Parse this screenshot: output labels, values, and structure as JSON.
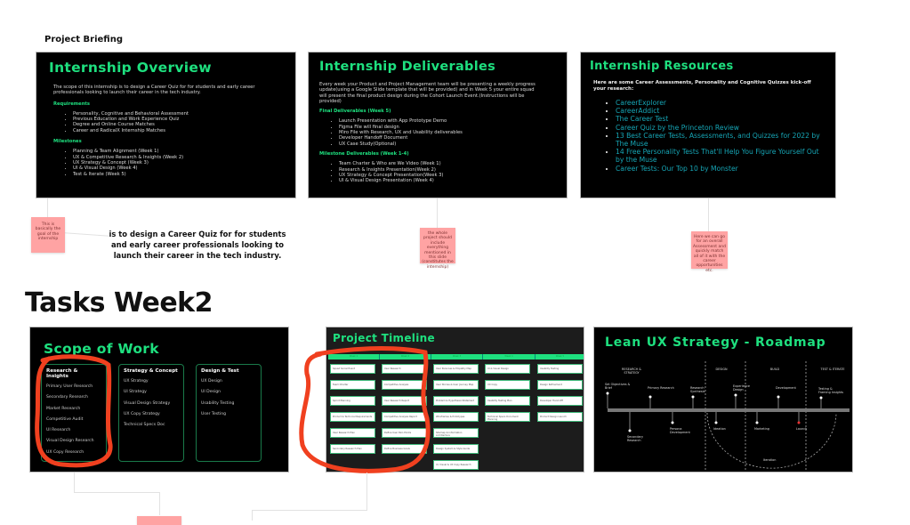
{
  "briefing": {
    "label": "Project Briefing"
  },
  "overview": {
    "title": "Internship Overview",
    "intro": "The scope of this internship is to design a Career Quiz for for students and early career professionals looking to launch their career in the tech industry.",
    "req_label": "Requirements",
    "requirements": [
      "Personality, Cognitive and Behavioral Assessment",
      "Previous Education and Work Experience Quiz",
      "Degree and Online Course Matches",
      "Career and RadicalX Internship Matches"
    ],
    "ms_label": "Milestones",
    "milestones": [
      "Planning & Team Alignment (Week 1)",
      "UX & Competitive Research & Insights (Week 2)",
      "UX Strategy & Concept (Week 3)",
      "UI & Visual Design (Week 4)",
      "Test & Iterate (Week 5)"
    ]
  },
  "deliverables": {
    "title": "Internship Deliverables",
    "intro": "Every week your Product and Project Management team will be presenting a weekly progress update(using a Google Slide template that will be provided) and in Week 5 your entire squad will present the final product design during the Cohort Launch Event.(Instructions will be provided)",
    "final_label": "Final Deliverables (Week 5)",
    "final": [
      "Launch Presentation with App Prototype Demo",
      "Figma File will final design",
      "Miro File with Research, UX and Usability deliverables",
      "Developer Handoff Document",
      "UX Case Study(Optional)"
    ],
    "ms_label": "Milestone Deliverables (Week 1-4)",
    "milestones": [
      "Team Charter & Who are We Video (Week 1)",
      "Research & Insights Presentation(Week 2)",
      "UX Strategy & Concept Presentation(Week 3)",
      "UI & Visual Design Presentation (Week 4)"
    ]
  },
  "resources": {
    "title": "Internship Resources",
    "intro": "Here are some Career Assessments, Personality and Cognitive Quizzes kick-off your research:",
    "links": [
      "CareerExplorer",
      "CareerAddict",
      "The Career Test",
      "Career Quiz by the Princeton Review",
      "13 Best Career Tests, Assessments, and Quizzes for 2022 by The Muse",
      "14 Free Personality Tests That'll Help You Figure Yourself Out by the Muse",
      "Career Tests: Our Top 10 by Monster"
    ]
  },
  "notes": {
    "note1": "This is basically the goal of the internship",
    "quote": "is to design a Career Quiz for for students and early career professionals looking to launch their career in the tech industry.",
    "note2": "the whole project should include everything mentioned in this slide (constitutes the internship)",
    "note3": "Here we can go for an overall Assessment and quickly match all of it with the career opportunities etc."
  },
  "tasks": {
    "heading": "Tasks Week2"
  },
  "scope": {
    "title": "Scope of Work",
    "columns": [
      {
        "title": "Research & Insights",
        "items": [
          "Primary User Research",
          "Secondary Research",
          "Market Research",
          "Competitive Audit",
          "UI Research",
          "Visual Design Research",
          "UX Copy Research"
        ]
      },
      {
        "title": "Strategy & Concept",
        "items": [
          "UX Strategy",
          "UI Strategy",
          "Visual Design Strategy",
          "UX Copy Strategy",
          "Technical Specs Doc"
        ]
      },
      {
        "title": "Design & Test",
        "items": [
          "UX Design",
          "UI Design",
          "Usability Testing",
          "User Testing"
        ]
      }
    ]
  },
  "timeline": {
    "title": "Project Timeline",
    "weeks": [
      {
        "label": "Week 1",
        "cards": [
          "Squad Social Event",
          "Team Charter",
          "Sprint Planning",
          "Product & Technical Requirements",
          "User Research Plan",
          "Secondary Research Plan"
        ]
      },
      {
        "label": "Week 2",
        "cards": [
          "User Research",
          "Competitive Analysis",
          "User Research Report",
          "Competitive Analysis Report",
          "Define User Pain Points",
          "Define Business Goals"
        ]
      },
      {
        "label": "Week 3",
        "cards": [
          "User Personas & Empathy Map",
          "User Stories & User Journey Map",
          "Problem & Hypothesis Statement",
          "Wireframes & Prototypes",
          "Sitemap & Information Architecture",
          "Design System & Style Guide",
          "UI, Visual & UX Copy Research"
        ]
      },
      {
        "label": "Week 4",
        "cards": [
          "UI & Visual Design",
          "UX Copy",
          "Usability Testing Plan",
          "Technical Specs Document Planning"
        ]
      },
      {
        "label": "Week 5",
        "cards": [
          "Usability Testing",
          "Design Refinement",
          "Developer Hand-Off",
          "Product Design Launch"
        ]
      }
    ]
  },
  "roadmap": {
    "title": "Lean UX Strategy - Roadmap",
    "phases": [
      "RESEARCH & STRATEGY",
      "DESIGN",
      "BUILD",
      "TEST & ITERATE"
    ],
    "above": [
      "Set Objectives & Brief",
      "Primary Research",
      "Research Synthesis",
      "Experience Design",
      "Development",
      "Testing & Framing Insights"
    ],
    "below": [
      "Secondary Research",
      "Persona Development",
      "Ideation",
      "Marketing",
      "Launch"
    ],
    "loop": "Iteration"
  },
  "colors": {
    "accent": "#1ee07f",
    "slide_bg": "#000000",
    "sticky": "#ffa3a3",
    "annotation": "#f0401f"
  }
}
